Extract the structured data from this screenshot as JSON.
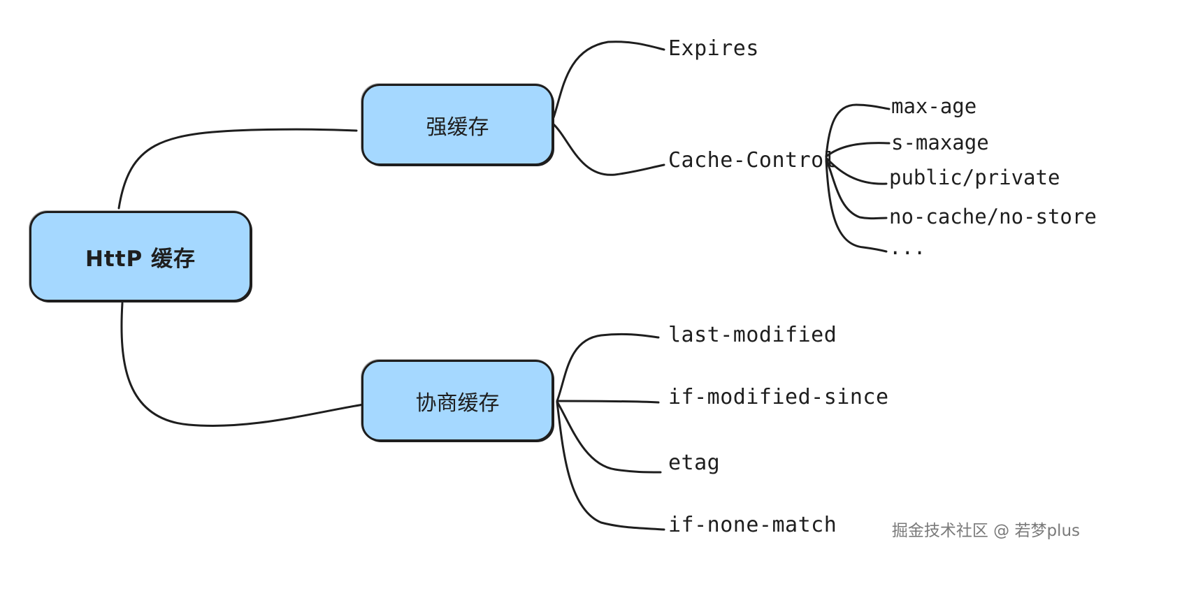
{
  "diagram": {
    "root": "HttP 缓存",
    "strong_cache": {
      "label": "强缓存",
      "children": {
        "expires": "Expires",
        "cache_control": "Cache-Control"
      },
      "cache_control_children": [
        "max-age",
        "s-maxage",
        "public/private",
        "no-cache/no-store",
        "..."
      ]
    },
    "negotiated_cache": {
      "label": "协商缓存",
      "children": [
        "last-modified",
        "if-modified-since",
        "etag",
        "if-none-match"
      ]
    }
  },
  "watermark": "掘金技术社区 @ 若梦plus",
  "colors": {
    "node_fill": "#a5d8ff",
    "stroke": "#1e1e1e",
    "watermark": "#7a7a7a"
  }
}
